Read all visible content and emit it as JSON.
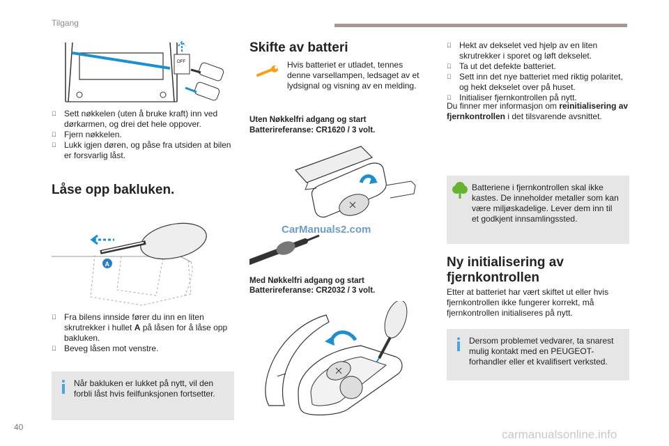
{
  "header": {
    "section": "Tilgang"
  },
  "page_number": "40",
  "left_col": {
    "steps_top": [
      "Sett nøkkelen (uten å bruke kraft) inn ved dørkarmen, og drei det hele oppover.",
      "Fjern nøkkelen.",
      "Lukk igjen døren, og påse fra utsiden at bilen er forsvarlig låst."
    ],
    "off_label": "OFF",
    "heading": "Låse opp bakluken.",
    "marker_a": "A",
    "steps_bottom_1_pre": "Fra bilens innside fører du inn en liten skrutrekker i hullet ",
    "steps_bottom_1_bold": "A",
    "steps_bottom_1_post": " på låsen for å låse opp bakluken.",
    "steps_bottom_2": "Beveg låsen mot venstre.",
    "note": "Når bakluken er lukket på nytt, vil den forbli låst hvis feilfunksjonen fortsetter."
  },
  "mid_col": {
    "heading": "Skifte av batteri",
    "warning_text": "Hvis batteriet er utladet, tennes denne varsellampen, ledsaget av et lydsignal og visning av en melding.",
    "without_keyless_title": "Uten Nøkkelfri adgang og start",
    "without_keyless_ref": "Batterireferanse: CR1620 / 3 volt.",
    "with_keyless_title": "Med Nøkkelfri adgang og start",
    "with_keyless_ref": "Batterireferanse: CR2032 / 3 volt.",
    "site_watermark": "CarManuals2.com"
  },
  "right_col": {
    "steps": [
      "Hekt av dekselet ved hjelp av en liten skrutrekker i sporet og løft dekselet.",
      "Ta ut det defekte batteriet.",
      "Sett inn det nye batteriet med riktig polaritet, og hekt dekselet over på huset.",
      "Initialiser fjernkontrollen på nytt."
    ],
    "info_pre": "Du finner mer informasjon om ",
    "info_bold": "reinitialisering av fjernkontrollen",
    "info_post": " i det tilsvarende avsnittet.",
    "env_note": "Batteriene i fjernkontrollen skal ikke kastes. De inneholder metaller som kan være miljøskadelige. Lever dem inn til et godkjent innsamlingssted.",
    "heading": "Ny initialisering av fjernkontrollen",
    "para": "Etter at batteriet har vært skiftet ut eller hvis fjernkontrollen ikke fungerer korrekt, må fjernkontrollen initialiseres på nytt.",
    "note": "Dersom problemet vedvarer, ta snarest mulig kontakt med en PEUGEOT-forhandler eller et kvalifisert verksted."
  },
  "footer_watermark": "carmanualsonline.info",
  "colors": {
    "accent_blue": "#4aa4dd",
    "header_bar": "#a9968f",
    "note_bg": "#e6e6e6",
    "warning_orange": "#f4a21a",
    "env_green": "#67b22f"
  }
}
